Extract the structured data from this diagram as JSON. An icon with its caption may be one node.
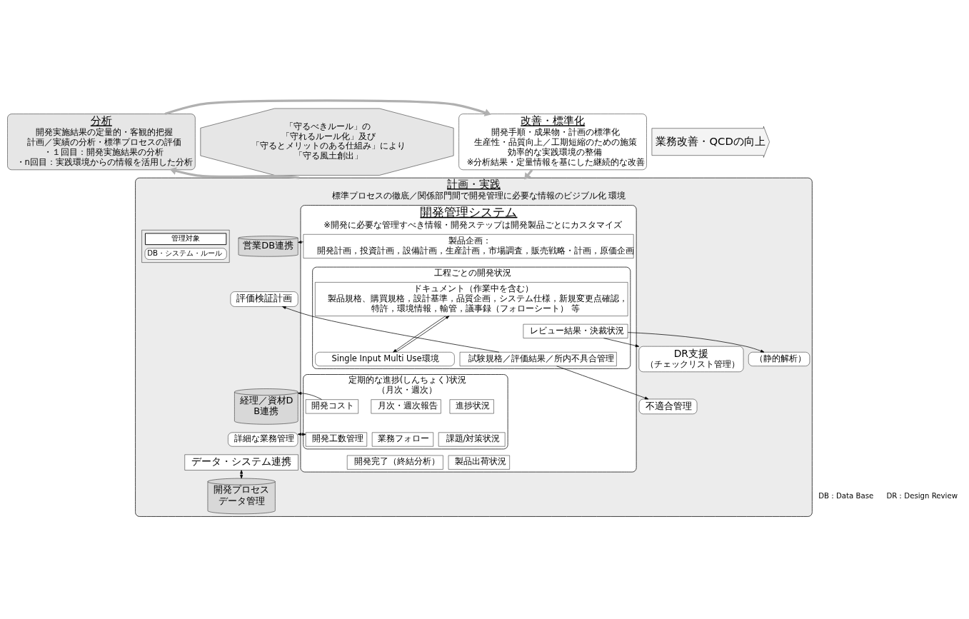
{
  "diagram": {
    "nodes": [
      {
        "text": [
          "分析",
          "開発実施結果の定量的・客観的把握計画／実績の分析・標準プロセスの評価",
          "・１回目：開発実施結果の分析",
          "・n回目：実践環境からの情報を活用した分析"
        ]
      },
      {
        "text": [
          "改善・標準化",
          "開発手順・成果物・計画の標準化生産性・品質向上／工期短縮のための施策効率的な実践環境の整備",
          "※分析結果・定量情報を基にした継続的な改善"
        ]
      },
      {
        "text": [
          "業務改善・QCDの向上"
        ]
      },
      {
        "text": [
          "「守るべきルール」の「守れるルール化」及び「守るとメリットのある仕組み」により「守る風土創出」"
        ]
      },
      {
        "text": [
          "計画・実践",
          "標準プロセスの徹底／関係部門間で開発管理に必要な情報のビジブル化 環境"
        ]
      },
      {
        "text": [
          "開発管理システム",
          "※開発に必要な管理すべき情報・開発ステップは開発製品ごとにカスタマイズ"
        ],
        "in": 4
      },
      {
        "text": [
          "製品企画：",
          "開発計画，投資計画，設備計画，生産計画，市場調査，販売戦略・計画，原価企画"
        ],
        "in": 5
      },
      {
        "text": [
          "工程ごとの開発状況"
        ],
        "in": 5
      },
      {
        "text": [
          "ドキュメント（作業中を含む）",
          "製品規格、購買規格，設計基準，品質企画，システム仕様，新規変更点確認，特許，環境情報，輸管，議事録（フォローシート） 等"
        ],
        "in": 7
      },
      {
        "text": [
          "Single Input Multi Use環境"
        ],
        "in": 7
      },
      {
        "text": [
          "レビュー結果・決裁状況"
        ],
        "in": 7
      },
      {
        "text": [
          "試験規格／評価結果／所内不具合管理"
        ],
        "in": 7
      },
      {
        "text": [
          "定期的な進捗(しんちょく)状況",
          "（月次・週次）"
        ],
        "in": 5
      },
      {
        "text": [
          "月次・週次報告"
        ],
        "in": 12
      },
      {
        "text": [
          "進捗状況"
        ],
        "in": 12
      },
      {
        "text": [
          "開発コスト"
        ],
        "in": 12
      },
      {
        "text": [
          "業務フォロー"
        ],
        "in": 12
      },
      {
        "text": [
          "課題/対策状況"
        ],
        "in": 12
      },
      {
        "text": [
          "開発工数管理"
        ],
        "in": 12
      },
      {
        "text": [
          "開発完了（終結分析）"
        ],
        "in": 5
      },
      {
        "text": [
          "製品出荷状況"
        ],
        "in": 5
      },
      {
        "text": [
          "データ・システム連携"
        ],
        "in": 4
      },
      {
        "text": [
          "営業DB連携"
        ],
        "in": 4
      },
      {
        "text": [
          "DR支援",
          "（チェックリスト管理）"
        ],
        "in": 4
      },
      {
        "text": [
          "（静的解析）"
        ],
        "in": 4
      },
      {
        "text": [
          "評価検証計画"
        ],
        "in": 4
      },
      {
        "text": [
          "不適合管理"
        ],
        "in": 4
      },
      {
        "text": [
          "経理／資材DB連携"
        ],
        "in": 4
      },
      {
        "text": [
          "詳細な業務管理"
        ],
        "in": 4
      },
      {
        "text": [
          "開発プロセスデータ管理"
        ],
        "in": 4
      }
    ],
    "edges": [
      {
        "from": 4,
        "to": 0,
        "arrow": "to",
        "style": "thick",
        "color": "#b0b0b0"
      },
      {
        "from": 0,
        "to": 1,
        "arrow": "to",
        "style": "thick",
        "color": "#b0b0b0"
      },
      {
        "from": 1,
        "to": 4,
        "arrow": "to",
        "style": "thick",
        "color": "#b0b0b0"
      },
      {
        "from": 9,
        "to": 8,
        "arrow": "to"
      },
      {
        "from": 8,
        "to": 9,
        "arrow": "to"
      },
      {
        "from": 6,
        "to": 22,
        "arrow": "to"
      },
      {
        "from": 10,
        "to": 23,
        "arrow": "to"
      },
      {
        "from": 10,
        "to": 24,
        "arrow": "to"
      },
      {
        "from": 11,
        "to": 25,
        "arrow": "to"
      },
      {
        "from": 11,
        "to": 26,
        "arrow": "to"
      },
      {
        "from": 15,
        "to": 27,
        "arrow": "to"
      },
      {
        "from": 18,
        "to": 28,
        "arrow": "both"
      },
      {
        "from": 21,
        "to": 29,
        "arrow": "both"
      }
    ],
    "labels": [
      "DB：Data Base",
      "DR：Design Review"
    ],
    "legend": [
      {
        "text": "管理対象"
      },
      {
        "text": "DB・システム・ルール"
      }
    ]
  }
}
